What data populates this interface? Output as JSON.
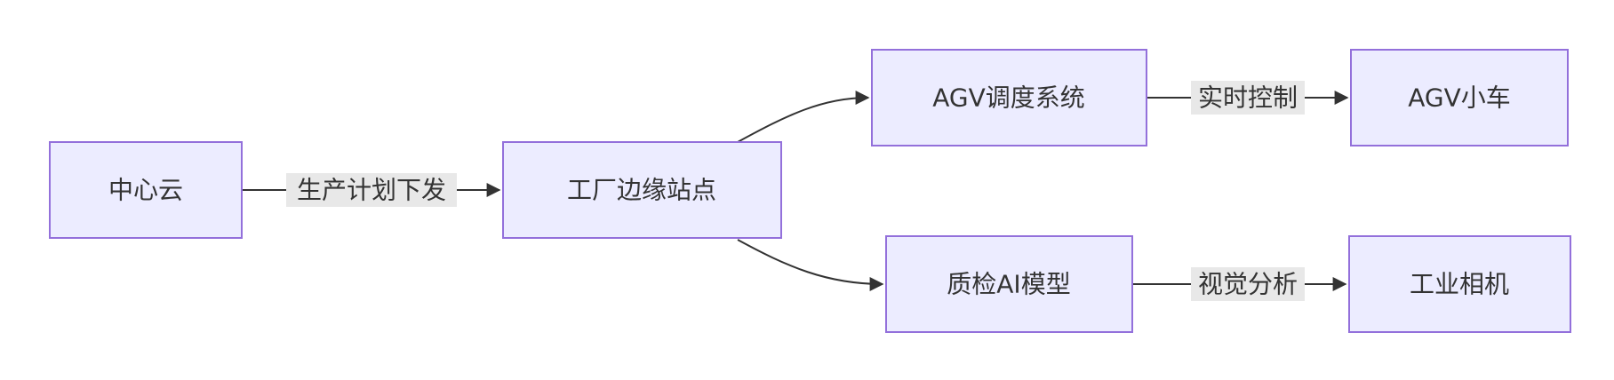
{
  "diagram": {
    "type": "flowchart",
    "direction": "LR",
    "colors": {
      "node_fill": "#ececff",
      "node_stroke": "#9370db",
      "edge": "#333333",
      "edge_label_bg": "#e8e8e8",
      "text": "#333333"
    },
    "nodes": {
      "cloud": "中心云",
      "edge_site": "工厂边缘站点",
      "agv_sched": "AGV调度系统",
      "agv_car": "AGV小车",
      "qc_model": "质检AI模型",
      "camera": "工业相机"
    },
    "edges": {
      "cloud_to_edge": "生产计划下发",
      "sched_to_car": "实时控制",
      "model_to_camera": "视觉分析"
    }
  }
}
